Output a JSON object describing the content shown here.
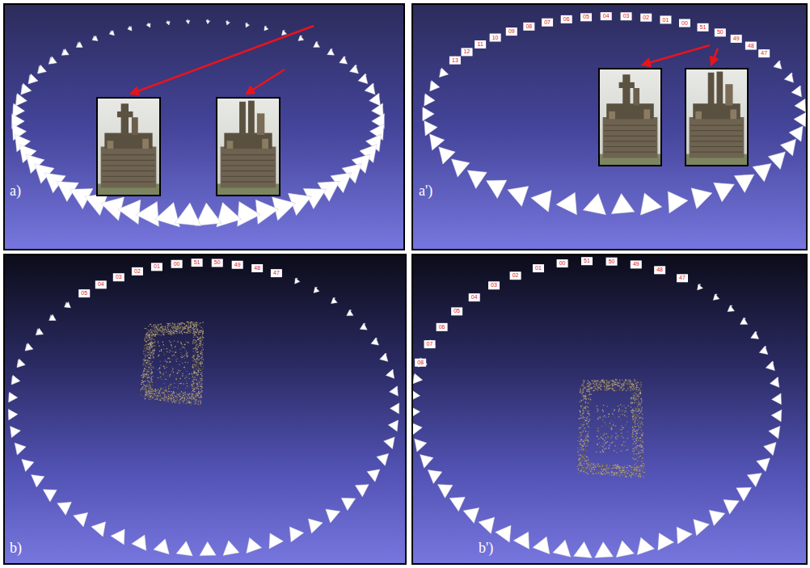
{
  "diagram": {
    "labels": [
      "a)",
      "13",
      "12",
      "11",
      "10",
      "09",
      "08",
      "07",
      "06",
      "05",
      "04",
      "03",
      "02",
      "01",
      "00",
      "51",
      "50",
      "49",
      "48",
      "47",
      "a')",
      "05",
      "04",
      "03",
      "02",
      "01",
      "00",
      "51",
      "50",
      "49",
      "48",
      "47",
      "b)",
      "08",
      "07",
      "06",
      "05",
      "04",
      "03",
      "02",
      "01",
      "00",
      "51",
      "50",
      "49",
      "48",
      "47",
      "b')"
    ]
  }
}
